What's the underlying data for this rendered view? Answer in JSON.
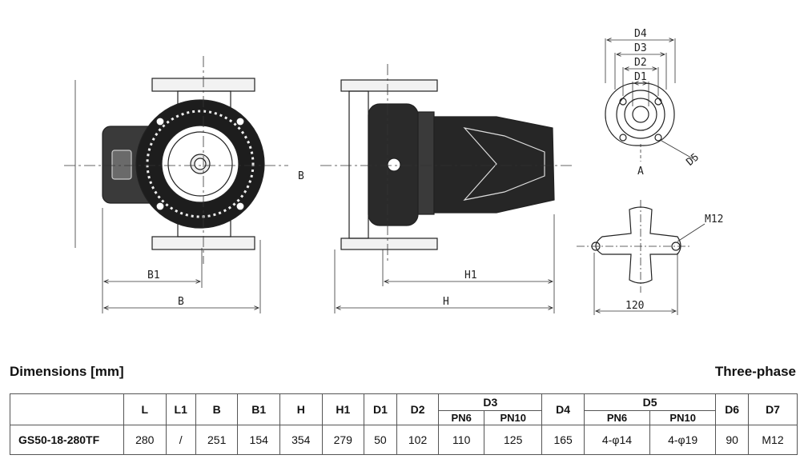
{
  "drawing": {
    "labels": {
      "b1": "B1",
      "b": "B",
      "b_arrow": "B",
      "h1": "H1",
      "h": "H",
      "d4": "D4",
      "d3": "D3",
      "d2": "D2",
      "d1": "D1",
      "d5": "D5",
      "a": "A",
      "m12": "M12",
      "w120": "120"
    },
    "icons": [
      "pump-front-view",
      "pump-side-view",
      "flange-view",
      "cross-bracket-view"
    ]
  },
  "section": {
    "title": "Dimensions [mm]",
    "phase": "Three-phase"
  },
  "table": {
    "headers": {
      "l": "L",
      "l1": "L1",
      "b": "B",
      "b1": "B1",
      "h": "H",
      "h1": "H1",
      "d1": "D1",
      "d2": "D2",
      "d3": "D3",
      "d4": "D4",
      "d5": "D5",
      "d6": "D6",
      "d7": "D7",
      "d3_pn6": "PN6",
      "d3_pn10": "PN10",
      "d5_pn6": "PN6",
      "d5_pn10": "PN10"
    },
    "row": {
      "model": "GS50-18-280TF",
      "l": "280",
      "l1": "/",
      "b": "251",
      "b1": "154",
      "h": "354",
      "h1": "279",
      "d1": "50",
      "d2": "102",
      "d3_pn6": "110",
      "d3_pn10": "125",
      "d4": "165",
      "d5_pn6": "4-φ14",
      "d5_pn10": "4-φ19",
      "d6": "90",
      "d7": "M12"
    }
  }
}
